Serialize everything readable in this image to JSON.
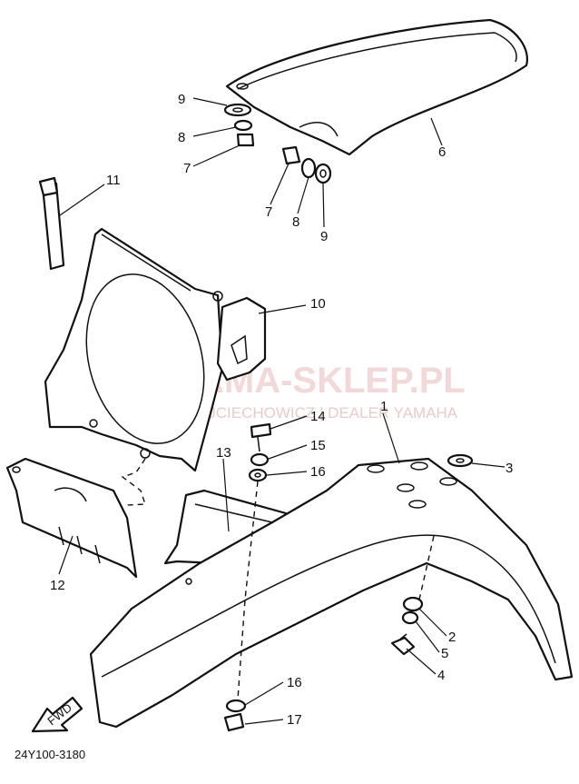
{
  "diagram": {
    "part_code": "24Y100-3180",
    "fwd_label": "FWD",
    "watermark": {
      "title": "YAMA-SKLEP.PL",
      "subtitle": "WOJCIECHOWICZ | DEALER YAMAHA"
    },
    "callouts": [
      {
        "id": "c1",
        "text": "1"
      },
      {
        "id": "c2",
        "text": "2"
      },
      {
        "id": "c3",
        "text": "3"
      },
      {
        "id": "c4",
        "text": "4"
      },
      {
        "id": "c5",
        "text": "5"
      },
      {
        "id": "c6",
        "text": "6"
      },
      {
        "id": "c7a",
        "text": "7"
      },
      {
        "id": "c8a",
        "text": "8"
      },
      {
        "id": "c9a",
        "text": "9"
      },
      {
        "id": "c7b",
        "text": "7"
      },
      {
        "id": "c8b",
        "text": "8"
      },
      {
        "id": "c9b",
        "text": "9"
      },
      {
        "id": "c10",
        "text": "10"
      },
      {
        "id": "c11",
        "text": "11"
      },
      {
        "id": "c12",
        "text": "12"
      },
      {
        "id": "c13",
        "text": "13"
      },
      {
        "id": "c14",
        "text": "14"
      },
      {
        "id": "c15",
        "text": "15"
      },
      {
        "id": "c16a",
        "text": "16"
      },
      {
        "id": "c16b",
        "text": "16"
      },
      {
        "id": "c17",
        "text": "17"
      }
    ]
  }
}
